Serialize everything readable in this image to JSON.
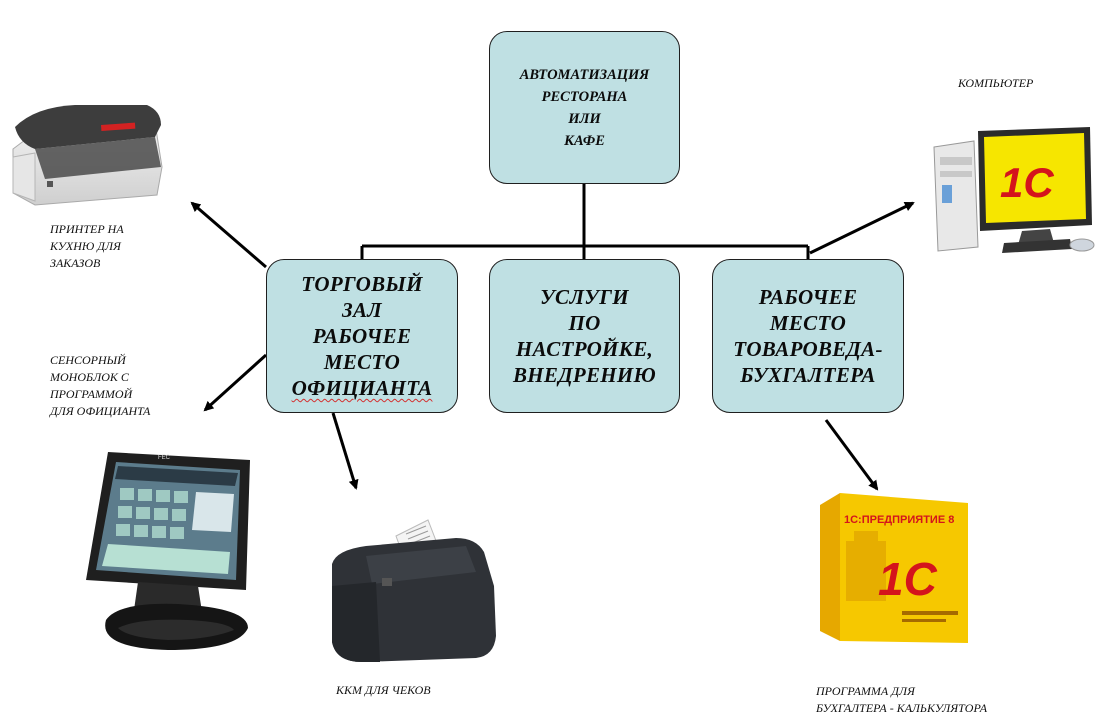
{
  "diagram": {
    "top_box": {
      "text": "АВТОМАТИЗАЦИЯ\nРЕСТОРАНА\nИЛИ\nКАФЕ"
    },
    "branches": [
      {
        "id": "hall",
        "line1": "ТОРГОВЫЙ\nЗАЛ\nРАБОЧЕЕ\nМЕСТО",
        "line2": "ОФИЦИАНТА"
      },
      {
        "id": "services",
        "text": "УСЛУГИ\nПО\nНАСТРОЙКЕ,\nВНЕДРЕНИЮ"
      },
      {
        "id": "merch",
        "text": "РАБОЧЕЕ\nМЕСТО\nТОВАРОВЕДА-\nБУХГАЛТЕРА"
      }
    ],
    "devices": {
      "printer": {
        "label": "  ПРИНТЕР НА\nКУХНЮ ДЛЯ\nЗАКАЗОВ",
        "icon": "kitchen-printer-icon"
      },
      "monoblock": {
        "label": "   СЕНСОРНЫЙ\nМОНОБЛОК С\nПРОГРАММОЙ\nДЛЯ ОФИЦИАНТА",
        "icon": "touch-monoblock-icon",
        "brand": "FEC"
      },
      "computer": {
        "label": "КОМПЬЮТЕР",
        "icon": "computer-icon",
        "brand": "1С"
      },
      "kkm": {
        "label": "ККМ ДЛЯ ЧЕКОВ",
        "icon": "receipt-printer-icon"
      },
      "program": {
        "label": "ПРОГРАММА ДЛЯ\n  БУХГАЛТЕРА - КАЛЬКУЛЯТОРА",
        "icon": "software-box-icon",
        "brand": "1С:ПРЕДПРИЯТИЕ 8",
        "brand_logo": "1С"
      }
    }
  },
  "colors": {
    "box_fill": "#bfe0e3",
    "box_border": "#1f1f1f",
    "connector": "#000000",
    "brand_yellow": "#f6c800",
    "brand_red": "#d4141c"
  }
}
